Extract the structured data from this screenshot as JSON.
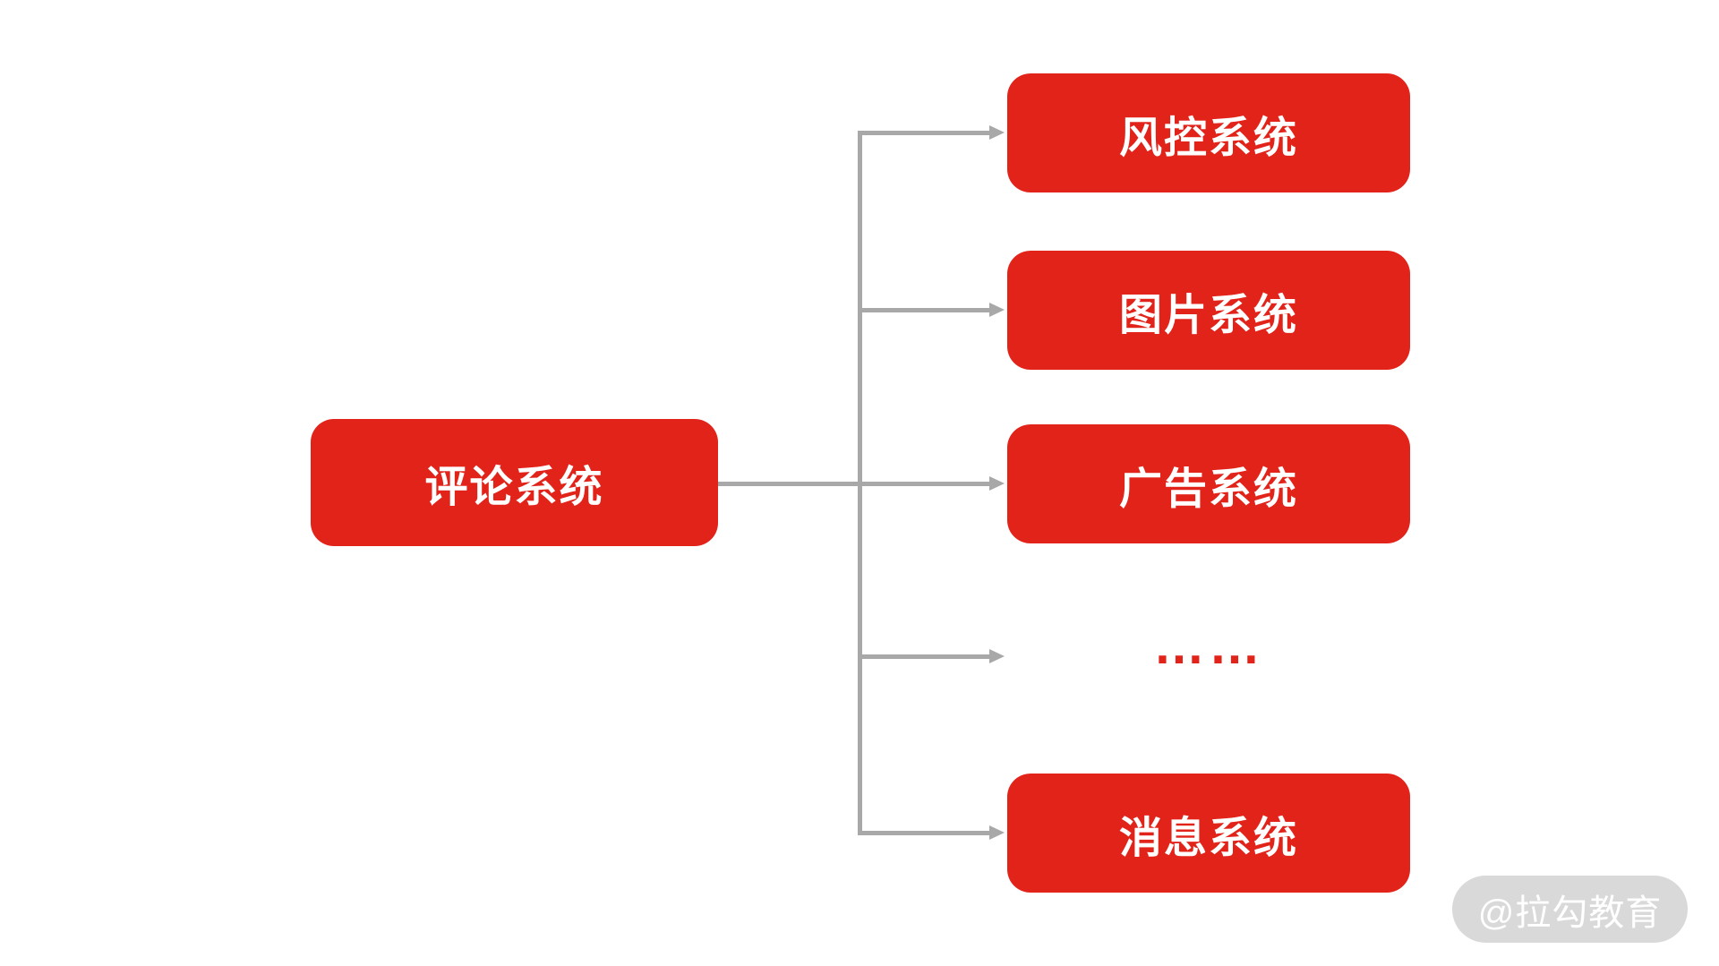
{
  "diagram": {
    "root": {
      "label": "评论系统"
    },
    "children": [
      {
        "label": "风控系统",
        "type": "box"
      },
      {
        "label": "图片系统",
        "type": "box"
      },
      {
        "label": "广告系统",
        "type": "box"
      },
      {
        "label": "……",
        "type": "ellipsis"
      },
      {
        "label": "消息系统",
        "type": "box"
      }
    ],
    "colors": {
      "node_background": "#e2231a",
      "node_text": "#ffffff",
      "connector": "#a8a8a8",
      "ellipsis_text": "#e2231a"
    }
  },
  "watermark": {
    "label": "@拉勾教育",
    "background": "#d9d9d9",
    "text_color": "#ffffff"
  }
}
